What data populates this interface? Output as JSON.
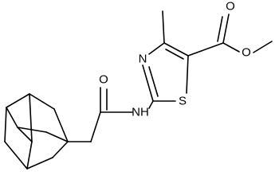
{
  "diagram": {
    "kind": "chemical-structure",
    "bond_color": "#000000",
    "background": "#ffffff",
    "atom_labels": {
      "carbonyl_oxygen": "O",
      "ester_double_oxygen": "O",
      "ester_single_oxygen": "O",
      "thiazole_nitrogen": "N",
      "thiazole_sulfur": "S",
      "amide_nh": "NH"
    }
  }
}
